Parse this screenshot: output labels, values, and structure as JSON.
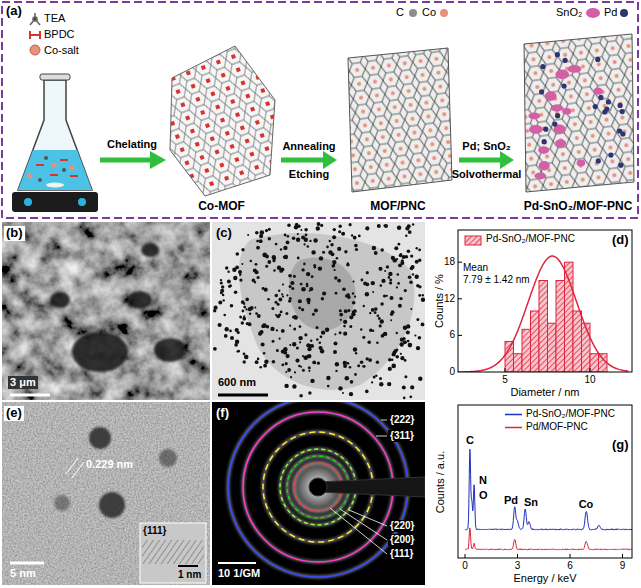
{
  "diagram": {
    "nodes": [
      {
        "text": [
          "Co-MOF"
        ]
      },
      {
        "text": [
          "MOF/PNC"
        ]
      },
      {
        "text": [
          "Pd-SnO₂/MOF-PNC"
        ]
      }
    ],
    "edges": [
      {
        "from": 0,
        "to": 1,
        "arrow": "to",
        "label": "Annealing Etching"
      },
      {
        "from": 1,
        "to": 2,
        "arrow": "to",
        "label": "Pd; SnO₂ Solvothermal"
      }
    ],
    "labels": [
      "(a)",
      "Chelating",
      "(b)",
      "3 μm",
      "(c)",
      "600 nm",
      "(d)",
      "Mean",
      "7.79 ± 1.42 nm",
      "Counts / %",
      "Diameter / nm",
      "0",
      "6",
      "12",
      "18",
      "5",
      "10",
      "(e)",
      "0.229 nm",
      "{111}",
      "1 nm",
      "5 nm",
      "(f)",
      "{222}",
      "{311}",
      "{220}",
      "{200}",
      "{111}",
      "10 1/GM",
      "(g)",
      "C",
      "N",
      "O",
      "Pd",
      "Sn",
      "Co",
      "Counts / a.u.",
      "Energy / keV",
      "0",
      "3",
      "6",
      "9"
    ],
    "legend": [
      {
        "text": "TEA"
      },
      {
        "text": "BPDC"
      },
      {
        "text": "Co-salt"
      },
      {
        "text": "C",
        "color": "#8c8c8c"
      },
      {
        "text": "Co",
        "color": "#e8907a"
      },
      {
        "text": "SnO₂"
      },
      {
        "text": "Pd",
        "color": "#2e3470"
      },
      {
        "text": "Pd-SnO₂/MOF-PNC"
      },
      {
        "text": "Pd-SnO₂/MOF-PNC"
      },
      {
        "text": "Pd/MOF-PNC"
      }
    ]
  }
}
